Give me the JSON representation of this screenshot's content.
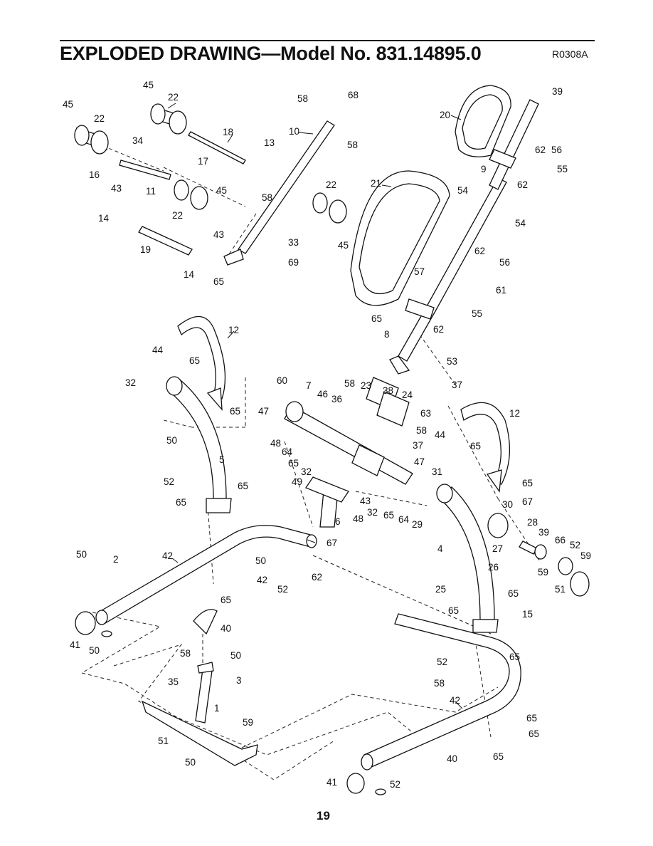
{
  "header": {
    "title": "EXPLODED DRAWING—Model No. 831.14895.0",
    "ref": "R0308A"
  },
  "footer": {
    "page_number": "19"
  },
  "callouts": [
    {
      "id": "c45a",
      "label": "45"
    },
    {
      "id": "c45b",
      "label": "45"
    },
    {
      "id": "c22a",
      "label": "22"
    },
    {
      "id": "c22b",
      "label": "22"
    },
    {
      "id": "c58a",
      "label": "58"
    },
    {
      "id": "c68",
      "label": "68"
    },
    {
      "id": "c39a",
      "label": "39"
    },
    {
      "id": "c20",
      "label": "20"
    },
    {
      "id": "c34",
      "label": "34"
    },
    {
      "id": "c18",
      "label": "18"
    },
    {
      "id": "c10",
      "label": "10"
    },
    {
      "id": "c58b",
      "label": "58"
    },
    {
      "id": "c62a",
      "label": "62"
    },
    {
      "id": "c56a",
      "label": "56"
    },
    {
      "id": "c13",
      "label": "13"
    },
    {
      "id": "c17",
      "label": "17"
    },
    {
      "id": "c9",
      "label": "9"
    },
    {
      "id": "c55a",
      "label": "55"
    },
    {
      "id": "c16",
      "label": "16"
    },
    {
      "id": "c62b",
      "label": "62"
    },
    {
      "id": "c43a",
      "label": "43"
    },
    {
      "id": "c11",
      "label": "11"
    },
    {
      "id": "c22c",
      "label": "22"
    },
    {
      "id": "c21",
      "label": "21"
    },
    {
      "id": "c22d",
      "label": "22"
    },
    {
      "id": "c45c",
      "label": "45"
    },
    {
      "id": "c58c",
      "label": "58"
    },
    {
      "id": "c54a",
      "label": "54"
    },
    {
      "id": "c14a",
      "label": "14"
    },
    {
      "id": "c54b",
      "label": "54"
    },
    {
      "id": "c43b",
      "label": "43"
    },
    {
      "id": "c33",
      "label": "33"
    },
    {
      "id": "c45d",
      "label": "45"
    },
    {
      "id": "c19",
      "label": "19"
    },
    {
      "id": "c62c",
      "label": "62"
    },
    {
      "id": "c69",
      "label": "69"
    },
    {
      "id": "c56b",
      "label": "56"
    },
    {
      "id": "c14b",
      "label": "14"
    },
    {
      "id": "c57",
      "label": "57"
    },
    {
      "id": "c65a",
      "label": "65"
    },
    {
      "id": "c61",
      "label": "61"
    },
    {
      "id": "c65b",
      "label": "65"
    },
    {
      "id": "c55b",
      "label": "55"
    },
    {
      "id": "c62d",
      "label": "62"
    },
    {
      "id": "c12a",
      "label": "12"
    },
    {
      "id": "c8",
      "label": "8"
    },
    {
      "id": "c44a",
      "label": "44"
    },
    {
      "id": "c53",
      "label": "53"
    },
    {
      "id": "c65c",
      "label": "65"
    },
    {
      "id": "c32a",
      "label": "32"
    },
    {
      "id": "c60",
      "label": "60"
    },
    {
      "id": "c7",
      "label": "7"
    },
    {
      "id": "c58d",
      "label": "58"
    },
    {
      "id": "c23",
      "label": "23"
    },
    {
      "id": "c38",
      "label": "38"
    },
    {
      "id": "c37a",
      "label": "37"
    },
    {
      "id": "c65d",
      "label": "65"
    },
    {
      "id": "c47a",
      "label": "47"
    },
    {
      "id": "c46",
      "label": "46"
    },
    {
      "id": "c36",
      "label": "36"
    },
    {
      "id": "c24",
      "label": "24"
    },
    {
      "id": "c12b",
      "label": "12"
    },
    {
      "id": "c63",
      "label": "63"
    },
    {
      "id": "c44b",
      "label": "44"
    },
    {
      "id": "c58e",
      "label": "58"
    },
    {
      "id": "c50a",
      "label": "50"
    },
    {
      "id": "c5",
      "label": "5"
    },
    {
      "id": "c48a",
      "label": "48"
    },
    {
      "id": "c64a",
      "label": "64"
    },
    {
      "id": "c37b",
      "label": "37"
    },
    {
      "id": "c65e",
      "label": "65"
    },
    {
      "id": "c65f",
      "label": "65"
    },
    {
      "id": "c52a",
      "label": "52"
    },
    {
      "id": "c65g",
      "label": "65"
    },
    {
      "id": "c32b",
      "label": "32"
    },
    {
      "id": "c47b",
      "label": "47"
    },
    {
      "id": "c31",
      "label": "31"
    },
    {
      "id": "c49",
      "label": "49"
    },
    {
      "id": "c65h",
      "label": "65"
    },
    {
      "id": "c43c",
      "label": "43"
    },
    {
      "id": "c67a",
      "label": "67"
    },
    {
      "id": "c32c",
      "label": "32"
    },
    {
      "id": "c65i",
      "label": "65"
    },
    {
      "id": "c64b",
      "label": "64"
    },
    {
      "id": "c30",
      "label": "30"
    },
    {
      "id": "c65j",
      "label": "65"
    },
    {
      "id": "c6",
      "label": "6"
    },
    {
      "id": "c48b",
      "label": "48"
    },
    {
      "id": "c29",
      "label": "29"
    },
    {
      "id": "c28",
      "label": "28"
    },
    {
      "id": "c39b",
      "label": "39"
    },
    {
      "id": "c67b",
      "label": "67"
    },
    {
      "id": "c27",
      "label": "27"
    },
    {
      "id": "c66",
      "label": "66"
    },
    {
      "id": "c52b",
      "label": "52"
    },
    {
      "id": "c50b",
      "label": "50"
    },
    {
      "id": "c2",
      "label": "2"
    },
    {
      "id": "c42a",
      "label": "42"
    },
    {
      "id": "c50c",
      "label": "50"
    },
    {
      "id": "c4",
      "label": "4"
    },
    {
      "id": "c26",
      "label": "26"
    },
    {
      "id": "c59a",
      "label": "59"
    },
    {
      "id": "c42b",
      "label": "42"
    },
    {
      "id": "c62e",
      "label": "62"
    },
    {
      "id": "c59b",
      "label": "59"
    },
    {
      "id": "c52c",
      "label": "52"
    },
    {
      "id": "c25",
      "label": "25"
    },
    {
      "id": "c51a",
      "label": "51"
    },
    {
      "id": "c65k",
      "label": "65"
    },
    {
      "id": "c65l",
      "label": "65"
    },
    {
      "id": "c65m",
      "label": "65"
    },
    {
      "id": "c15",
      "label": "15"
    },
    {
      "id": "c40a",
      "label": "40"
    },
    {
      "id": "c41a",
      "label": "41"
    },
    {
      "id": "c50d",
      "label": "50"
    },
    {
      "id": "c65n",
      "label": "65"
    },
    {
      "id": "c58f",
      "label": "58"
    },
    {
      "id": "c50e",
      "label": "50"
    },
    {
      "id": "c52d",
      "label": "52"
    },
    {
      "id": "c58g",
      "label": "58"
    },
    {
      "id": "c35",
      "label": "35"
    },
    {
      "id": "c3",
      "label": "3"
    },
    {
      "id": "c1",
      "label": "1"
    },
    {
      "id": "c42c",
      "label": "42"
    },
    {
      "id": "c65o",
      "label": "65"
    },
    {
      "id": "c59c",
      "label": "59"
    },
    {
      "id": "c65p",
      "label": "65"
    },
    {
      "id": "c51b",
      "label": "51"
    },
    {
      "id": "c65q",
      "label": "65"
    },
    {
      "id": "c50f",
      "label": "50"
    },
    {
      "id": "c40b",
      "label": "40"
    },
    {
      "id": "c41b",
      "label": "41"
    },
    {
      "id": "c52e",
      "label": "52"
    }
  ]
}
